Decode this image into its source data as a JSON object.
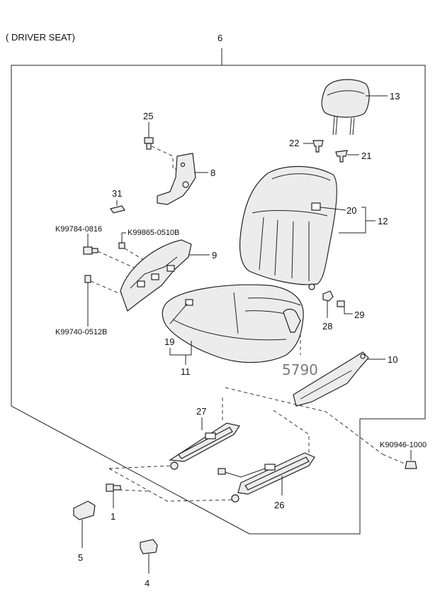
{
  "diagram": {
    "title": "( DRIVER SEAT)",
    "watermark": "5790",
    "callouts": {
      "c6": "6",
      "c13": "13",
      "c25": "25",
      "c8": "8",
      "c22": "22",
      "c21": "21",
      "c31": "31",
      "c20": "20",
      "c12": "12",
      "c9": "9",
      "c28": "28",
      "c29": "29",
      "c19": "19",
      "c11": "11",
      "c10": "10",
      "c27": "27",
      "c26": "26",
      "c1": "1",
      "c5": "5",
      "c4": "4"
    },
    "part_numbers": {
      "p1": "K99784-0816",
      "p2": "K99865-0510B",
      "p3": "K99740-0512B",
      "p4": "K90946-1000"
    }
  }
}
